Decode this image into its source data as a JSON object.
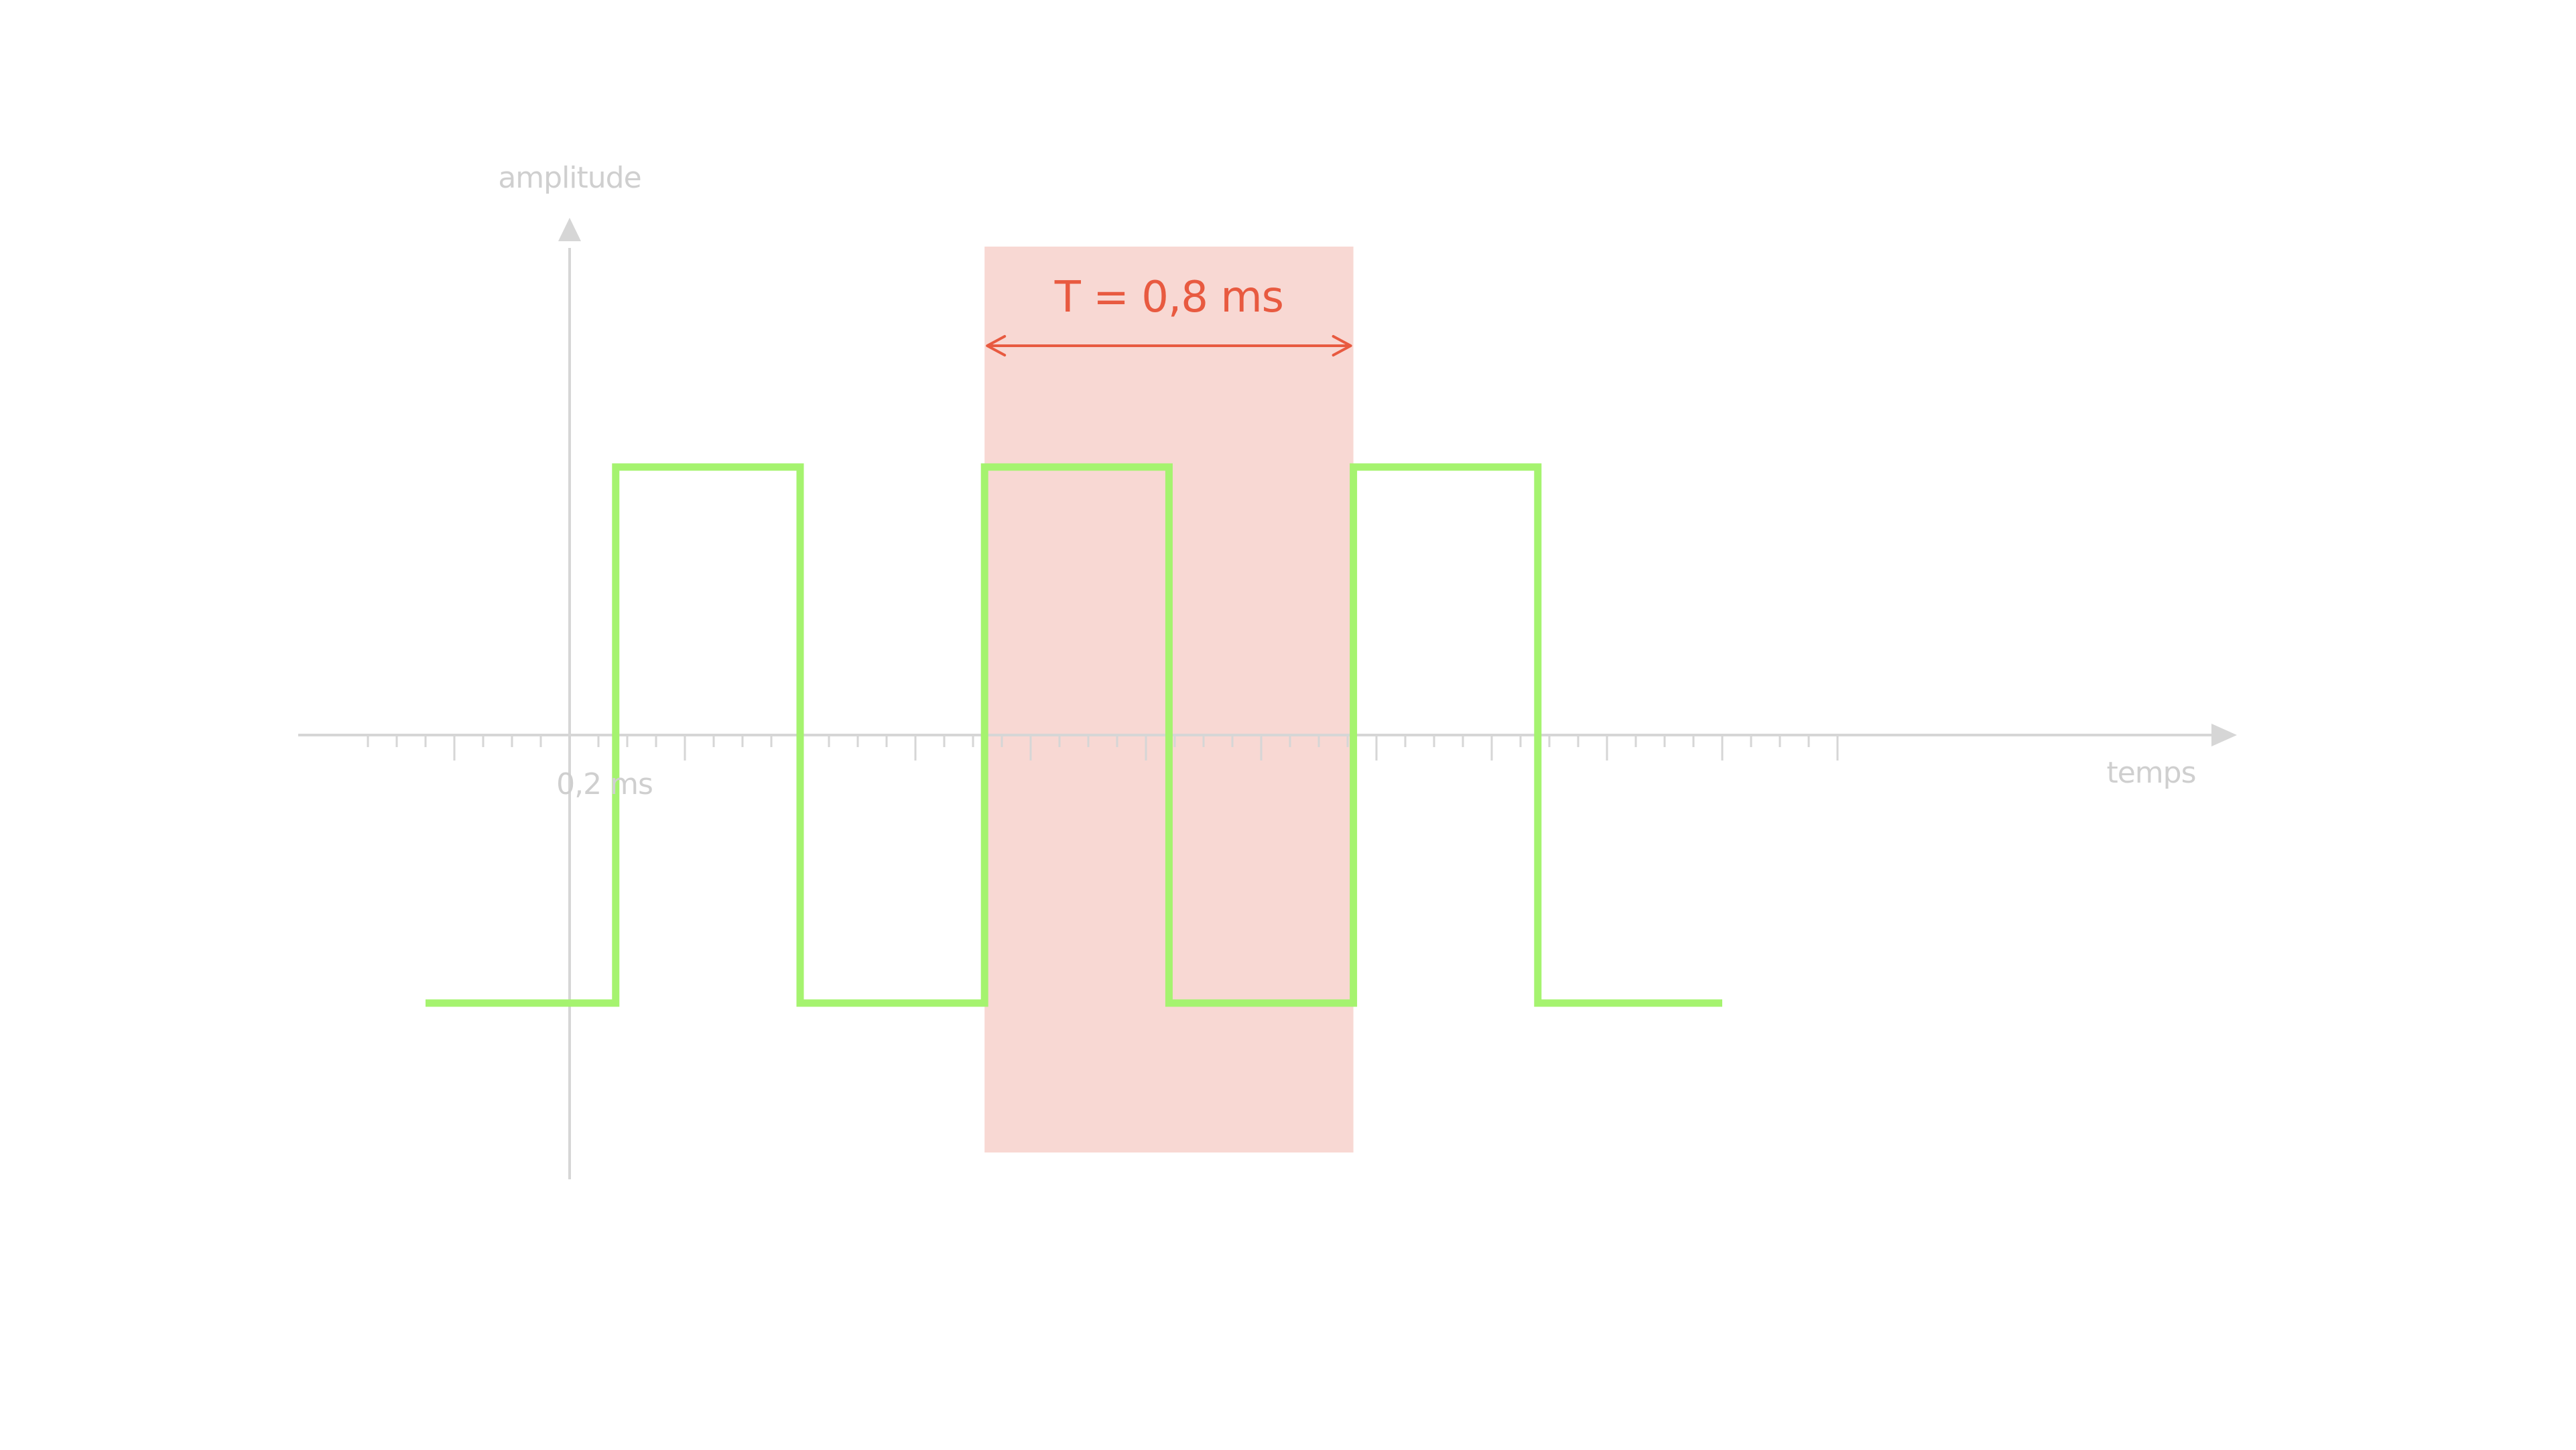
{
  "chart_data": {
    "type": "line",
    "title": "",
    "xlabel": "temps",
    "ylabel": "amplitude",
    "x_unit": "ms",
    "tick_step": 0.05,
    "tick_label": "0,2 ms",
    "tick_label_value": 0.2,
    "xlim": [
      -0.4,
      2.25
    ],
    "ylim": [
      -1.6,
      2.0
    ],
    "series": [
      {
        "color": "#a5f36f",
        "points": [
          [
            -0.25,
            -1.0
          ],
          [
            0.08,
            -1.0
          ],
          [
            0.08,
            1.0
          ],
          [
            0.4,
            1.0
          ],
          [
            0.4,
            -1.0
          ],
          [
            0.72,
            -1.0
          ],
          [
            0.72,
            1.0
          ],
          [
            1.04,
            1.0
          ],
          [
            1.04,
            -1.0
          ],
          [
            1.36,
            -1.0
          ],
          [
            1.36,
            1.0
          ],
          [
            1.68,
            1.0
          ],
          [
            1.68,
            -1.0
          ],
          [
            2.0,
            -1.0
          ]
        ]
      }
    ],
    "annotation": {
      "label": "T = 0,8 ms",
      "x_start": 0.72,
      "x_end": 1.36,
      "color": "#e85a40",
      "fill": "#f8d8d3"
    },
    "axis_color": "#d6d6d6",
    "grid": false,
    "legend": "none"
  }
}
